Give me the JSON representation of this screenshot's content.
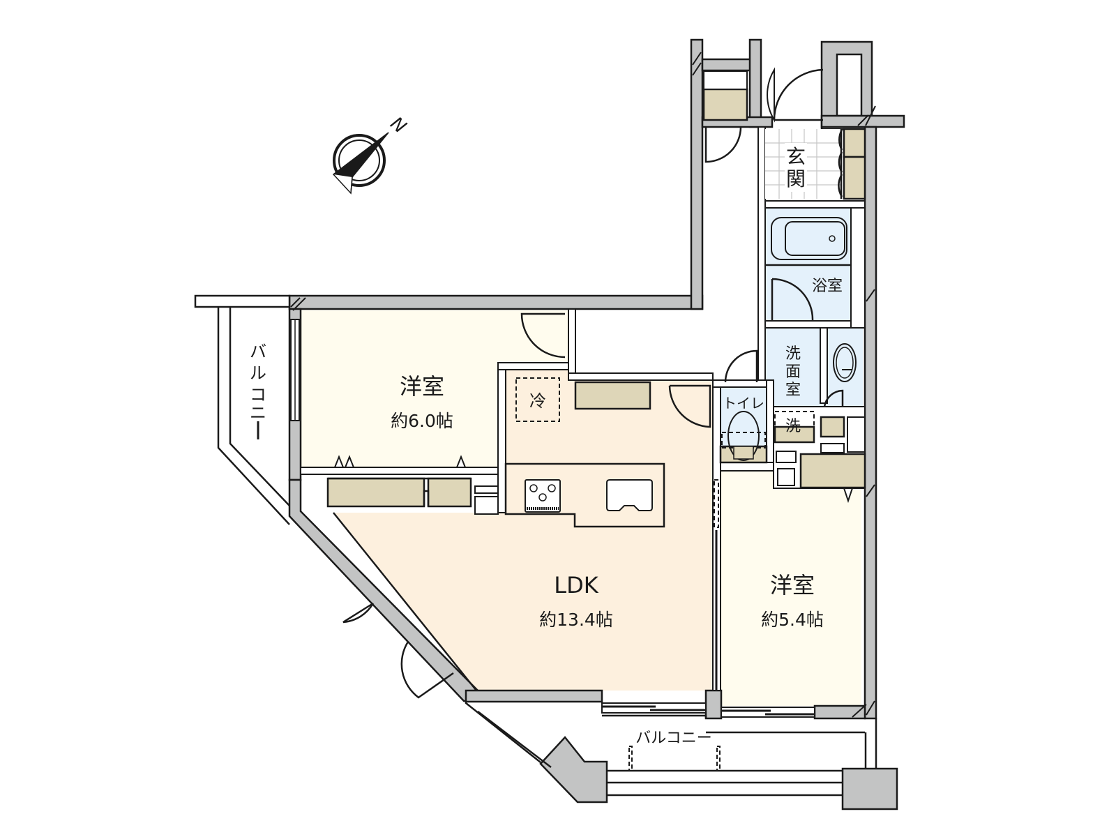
{
  "compass": {
    "label": "N",
    "icon": "north-arrow-icon"
  },
  "colors": {
    "wall": "#c3c4c4",
    "western_room": "#fffcee",
    "ldk": "#fdf0de",
    "wet_area": "#e4f1fb",
    "storage": "#ded6b8",
    "line": "#1a1a1a"
  },
  "rooms": {
    "western_room_1": {
      "name": "洋室",
      "area": "約6.0帖"
    },
    "ldk": {
      "name": "LDK",
      "area": "約13.4帖"
    },
    "western_room_2": {
      "name": "洋室",
      "area": "約5.4帖"
    },
    "entrance": {
      "name_line1": "玄",
      "name_line2": "関"
    },
    "bathroom": {
      "name": "浴室"
    },
    "washroom": {
      "name_line1": "洗",
      "name_line2": "面",
      "name_line3": "室"
    },
    "toilet": {
      "name": "トイレ"
    }
  },
  "fixtures": {
    "fridge": "冷",
    "washer": "洗"
  },
  "balconies": {
    "west": {
      "label_chars": [
        "バ",
        "ル",
        "コ",
        "ニ",
        "ー"
      ]
    },
    "south": {
      "label": "バルコニー"
    }
  }
}
